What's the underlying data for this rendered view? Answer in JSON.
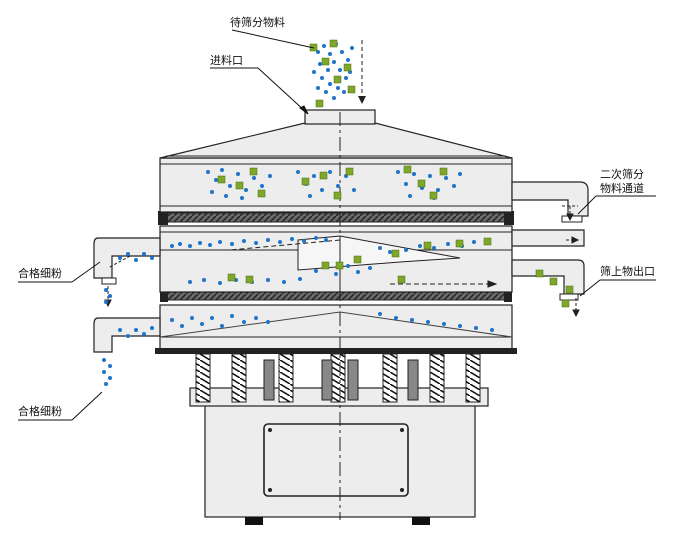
{
  "labels": {
    "material_to_screen": "待筛分物料",
    "feed_inlet": "进料口",
    "secondary_channel_line1": "二次筛分",
    "secondary_channel_line2": "物料通道",
    "oversize_outlet": "筛上物出口",
    "qualified_fine_top": "合格细粉",
    "qualified_fine_bottom": "合格细粉"
  },
  "colors": {
    "particle_blue": "#1f73c9",
    "particle_green": "#7fa82b",
    "body_fill": "#eeeeee",
    "outline": "#222222",
    "mesh_dark": "#555555"
  }
}
